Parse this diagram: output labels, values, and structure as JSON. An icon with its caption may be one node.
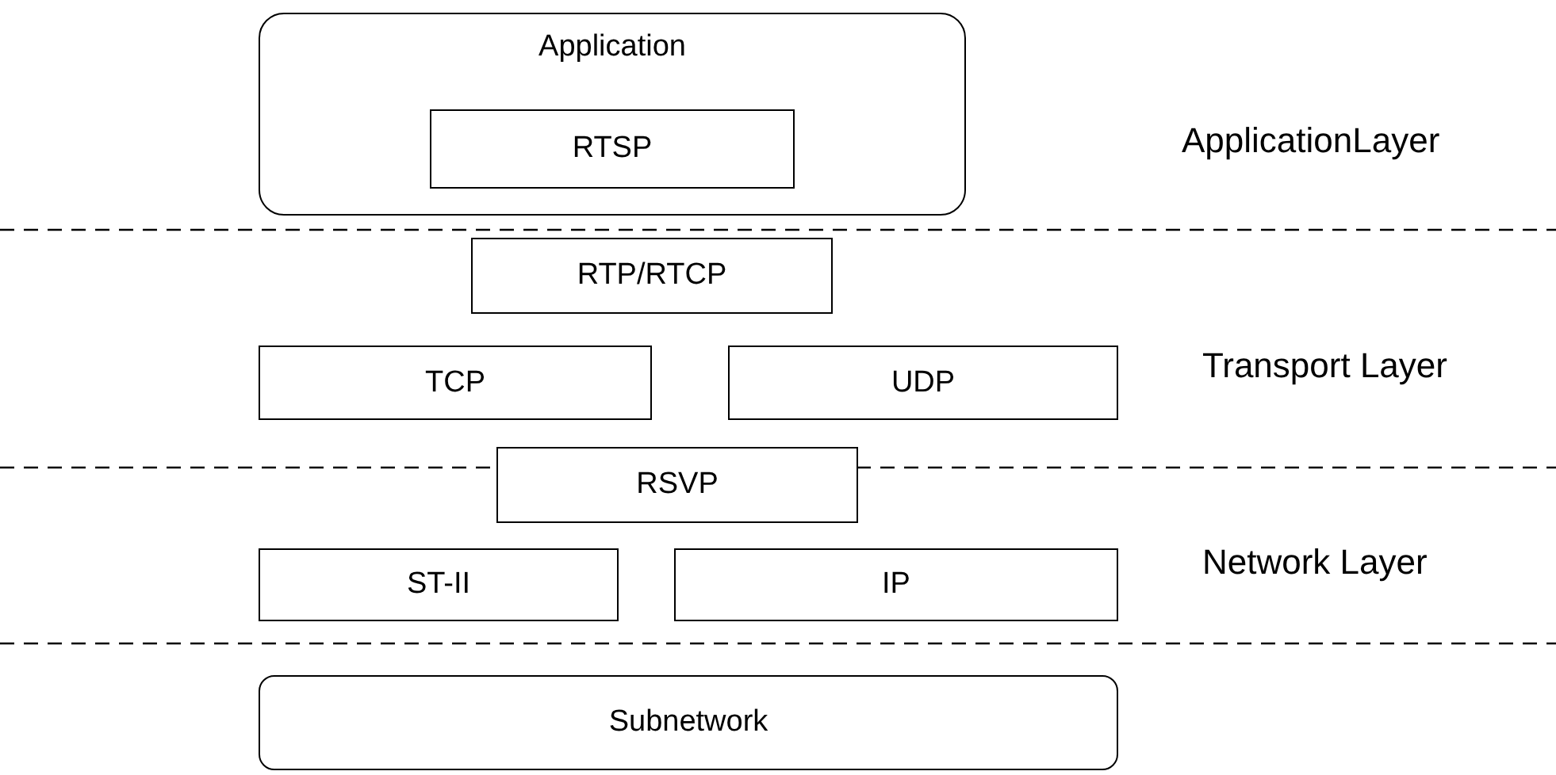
{
  "diagram": {
    "nodes": [
      {
        "text": [
          "Application"
        ]
      },
      {
        "text": [
          "RTSP"
        ],
        "in": 0
      },
      {
        "text": [
          "RTP/RTCP"
        ]
      },
      {
        "text": [
          "TCP"
        ]
      },
      {
        "text": [
          "UDP"
        ]
      },
      {
        "text": [
          "RSVP"
        ]
      },
      {
        "text": [
          "ST-II"
        ]
      },
      {
        "text": [
          "IP"
        ]
      },
      {
        "text": [
          "Subnetwork"
        ]
      }
    ],
    "edges": [],
    "labels": [
      "ApplicationLayer",
      "Transport Layer",
      "Network Layer"
    ]
  }
}
